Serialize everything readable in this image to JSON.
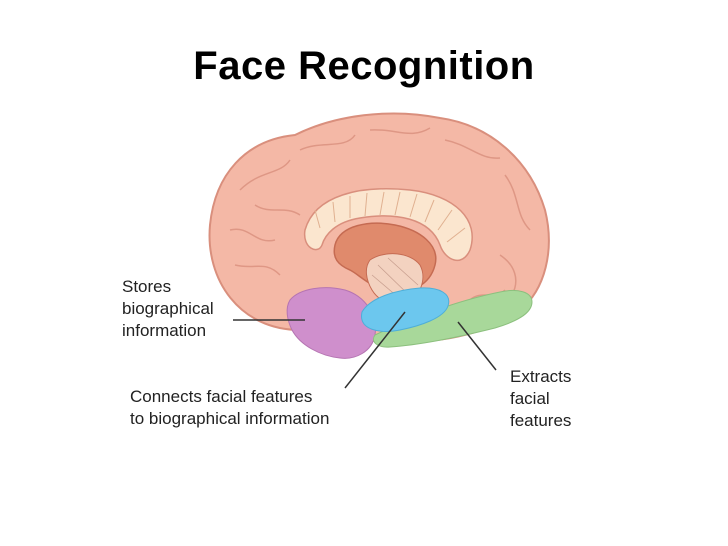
{
  "slide": {
    "title": "Face Recognition"
  },
  "labels": {
    "anterior_temporal": "Stores\nbiographical\ninformation",
    "medial_temporal": "Connects facial features\nto biographical information",
    "fusiform": "Extracts\nfacial\nfeatures"
  },
  "colors": {
    "cortex": "#f4b8a6",
    "cortex_outline": "#d98f7d",
    "corpus_callosum": "#fbe6cf",
    "thalamus": "#e08a6c",
    "purple_region": "#cf8fcc",
    "blue_region": "#6cc7ee",
    "green_region": "#a8d89a"
  }
}
